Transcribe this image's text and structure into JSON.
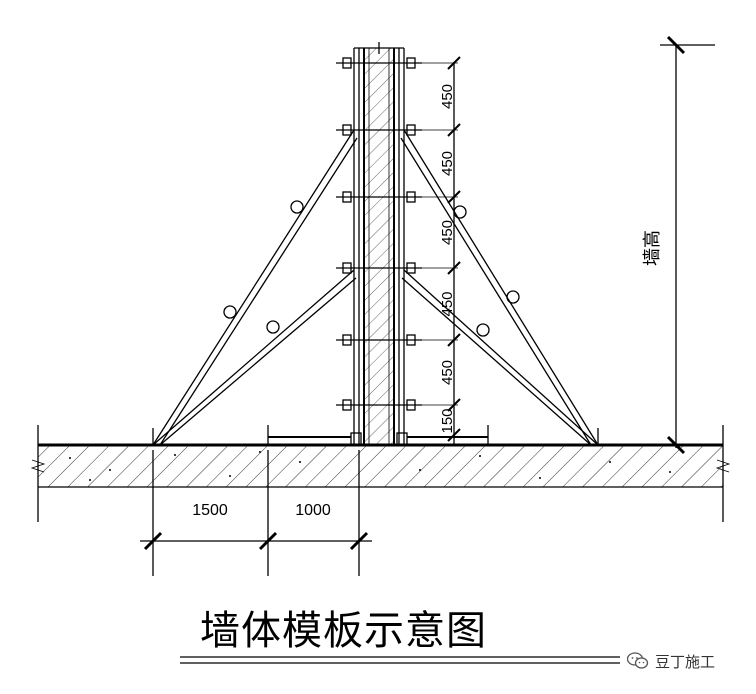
{
  "dimensions": {
    "spacing_labels": [
      "450",
      "450",
      "450",
      "450",
      "450",
      "150"
    ],
    "base_widths": [
      "1500",
      "1000"
    ],
    "wall_height_label": "墙高"
  },
  "title": "墙体模板示意图",
  "watermark": "豆丁施工"
}
